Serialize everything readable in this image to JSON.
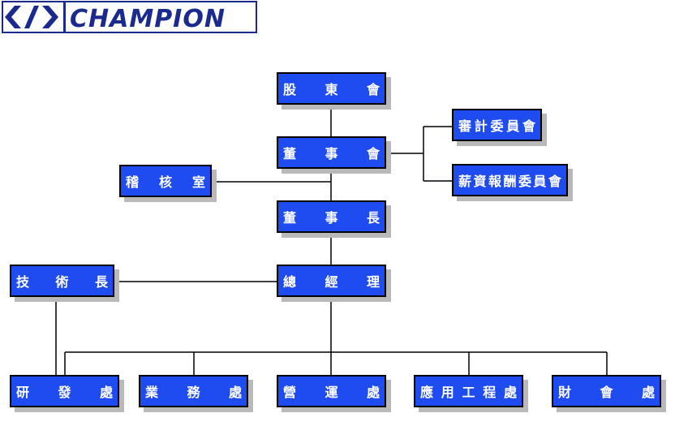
{
  "logo": {
    "text": "CHAMPION"
  },
  "org_chart": {
    "nodes": {
      "shareholders": "股東會",
      "board": "董事會",
      "audit_committee": "審計委員會",
      "compensation_committee": "薪資報酬委員會",
      "internal_audit": "稽核室",
      "chairman": "董事長",
      "cto": "技術長",
      "president": "總經理",
      "rd": "研發處",
      "sales": "業務處",
      "operations": "營運處",
      "application_engineering": "應用工程處",
      "finance": "財會處"
    }
  },
  "colors": {
    "box_fill": "#1f4cf0",
    "box_border": "#000000",
    "shadow": "#b9b9b9",
    "text": "#ffffff",
    "logo_blue": "#1b2a8f"
  }
}
